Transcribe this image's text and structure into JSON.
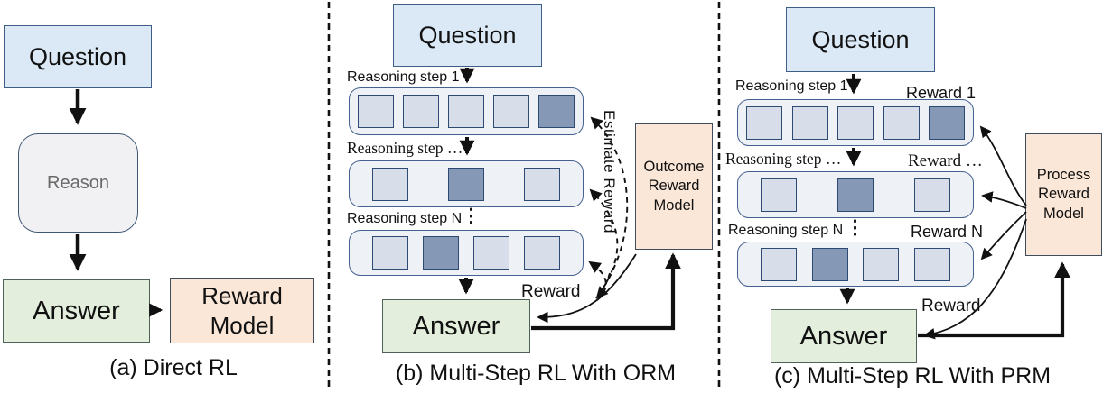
{
  "colors": {
    "ink": "#111111",
    "question-fill": "#dbe9f6",
    "question-border": "#3f5e85",
    "reason-fill": "#f1f1f4",
    "reason-border": "#3e5672",
    "reason-text": "#696969",
    "answer-fill": "#e3efdc",
    "answer-border": "#4f6257",
    "peach-fill": "#fbe7d7",
    "peach-border": "#3e4c5e",
    "row-fill": "#eef1f5",
    "row-border": "#44618f",
    "sq-light": "#d7dee9",
    "sq-dark": "#8598b6",
    "sq-border": "#2f4a72"
  },
  "panels": {
    "a": {
      "caption": "(a) Direct RL",
      "question": "Question",
      "reason": "Reason",
      "answer": "Answer",
      "reward_model": "Reward Model"
    },
    "b": {
      "caption": "(b) Multi-Step RL With ORM",
      "question": "Question",
      "answer": "Answer",
      "reward_model": "Outcome Reward Model",
      "estimate_reward": "Estimate Reward",
      "reward_label": "Reward",
      "dots": "⋮",
      "steps": [
        {
          "label": "Reasoning step 1",
          "cells": [
            "light",
            "light",
            "light",
            "light",
            "dark"
          ]
        },
        {
          "label": "Reasoning step …",
          "cells": [
            "light",
            "dark",
            "light"
          ]
        },
        {
          "label": "Reasoning step N",
          "cells": [
            "light",
            "dark",
            "light",
            "light"
          ]
        }
      ]
    },
    "c": {
      "caption": "(c) Multi-Step RL With PRM",
      "question": "Question",
      "answer": "Answer",
      "reward_model": "Process Reward Model",
      "reward_label": "Reward",
      "dots": "⋮",
      "steps": [
        {
          "label": "Reasoning step 1",
          "reward": "Reward 1",
          "cells": [
            "light",
            "light",
            "light",
            "light",
            "dark"
          ]
        },
        {
          "label": "Reasoning step …",
          "reward": "Reward  …",
          "cells": [
            "light",
            "dark",
            "light"
          ]
        },
        {
          "label": "Reasoning step N",
          "reward": "Reward N",
          "cells": [
            "light",
            "dark",
            "light",
            "light"
          ]
        }
      ]
    }
  }
}
